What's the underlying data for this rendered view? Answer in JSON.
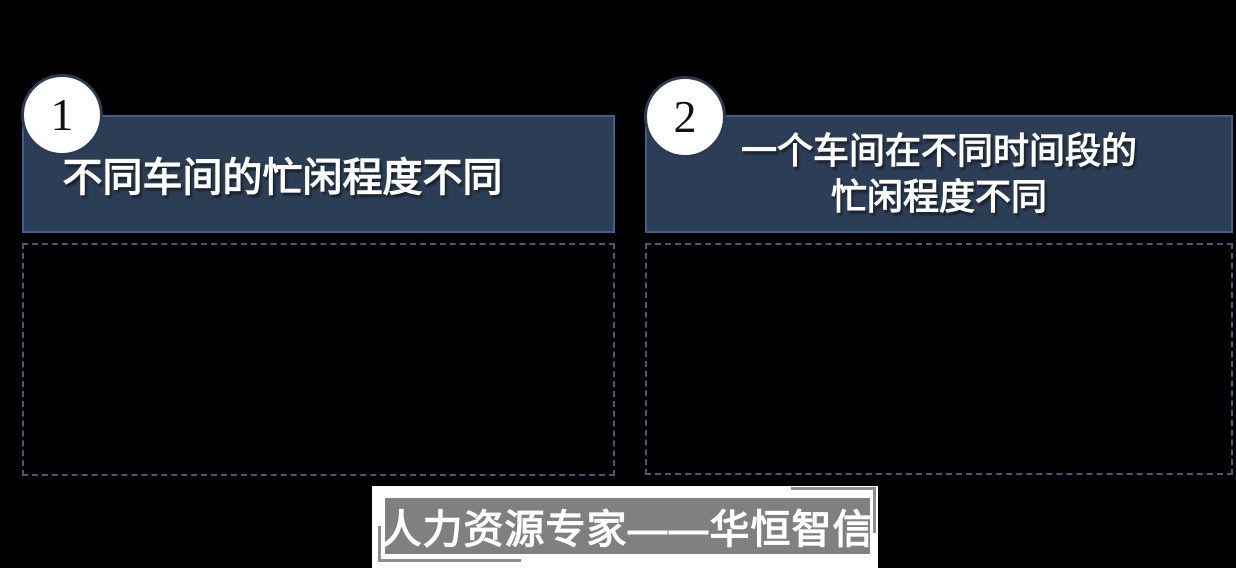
{
  "slide": {
    "background_color": "#000000"
  },
  "sections": [
    {
      "number": "1",
      "title_lines": [
        "不同车间的忙闲程度不同"
      ]
    },
    {
      "number": "2",
      "title_lines": [
        "一个车间在不同时间段的",
        "忙闲程度不同"
      ]
    }
  ],
  "footer": {
    "text": "人力资源专家——华恒智信"
  },
  "colors": {
    "header_bar_fill": "#2c3e55",
    "header_bar_border": "#3e5e94",
    "dashed_border": "#47597a",
    "circle_border": "#2b3c52",
    "circle_fill": "#ffffff",
    "title_text": "#ffffff",
    "footer_box_gray": "#808080",
    "footer_bracket_gray": "#8f8f8f",
    "footer_panel": "#ffffff"
  }
}
